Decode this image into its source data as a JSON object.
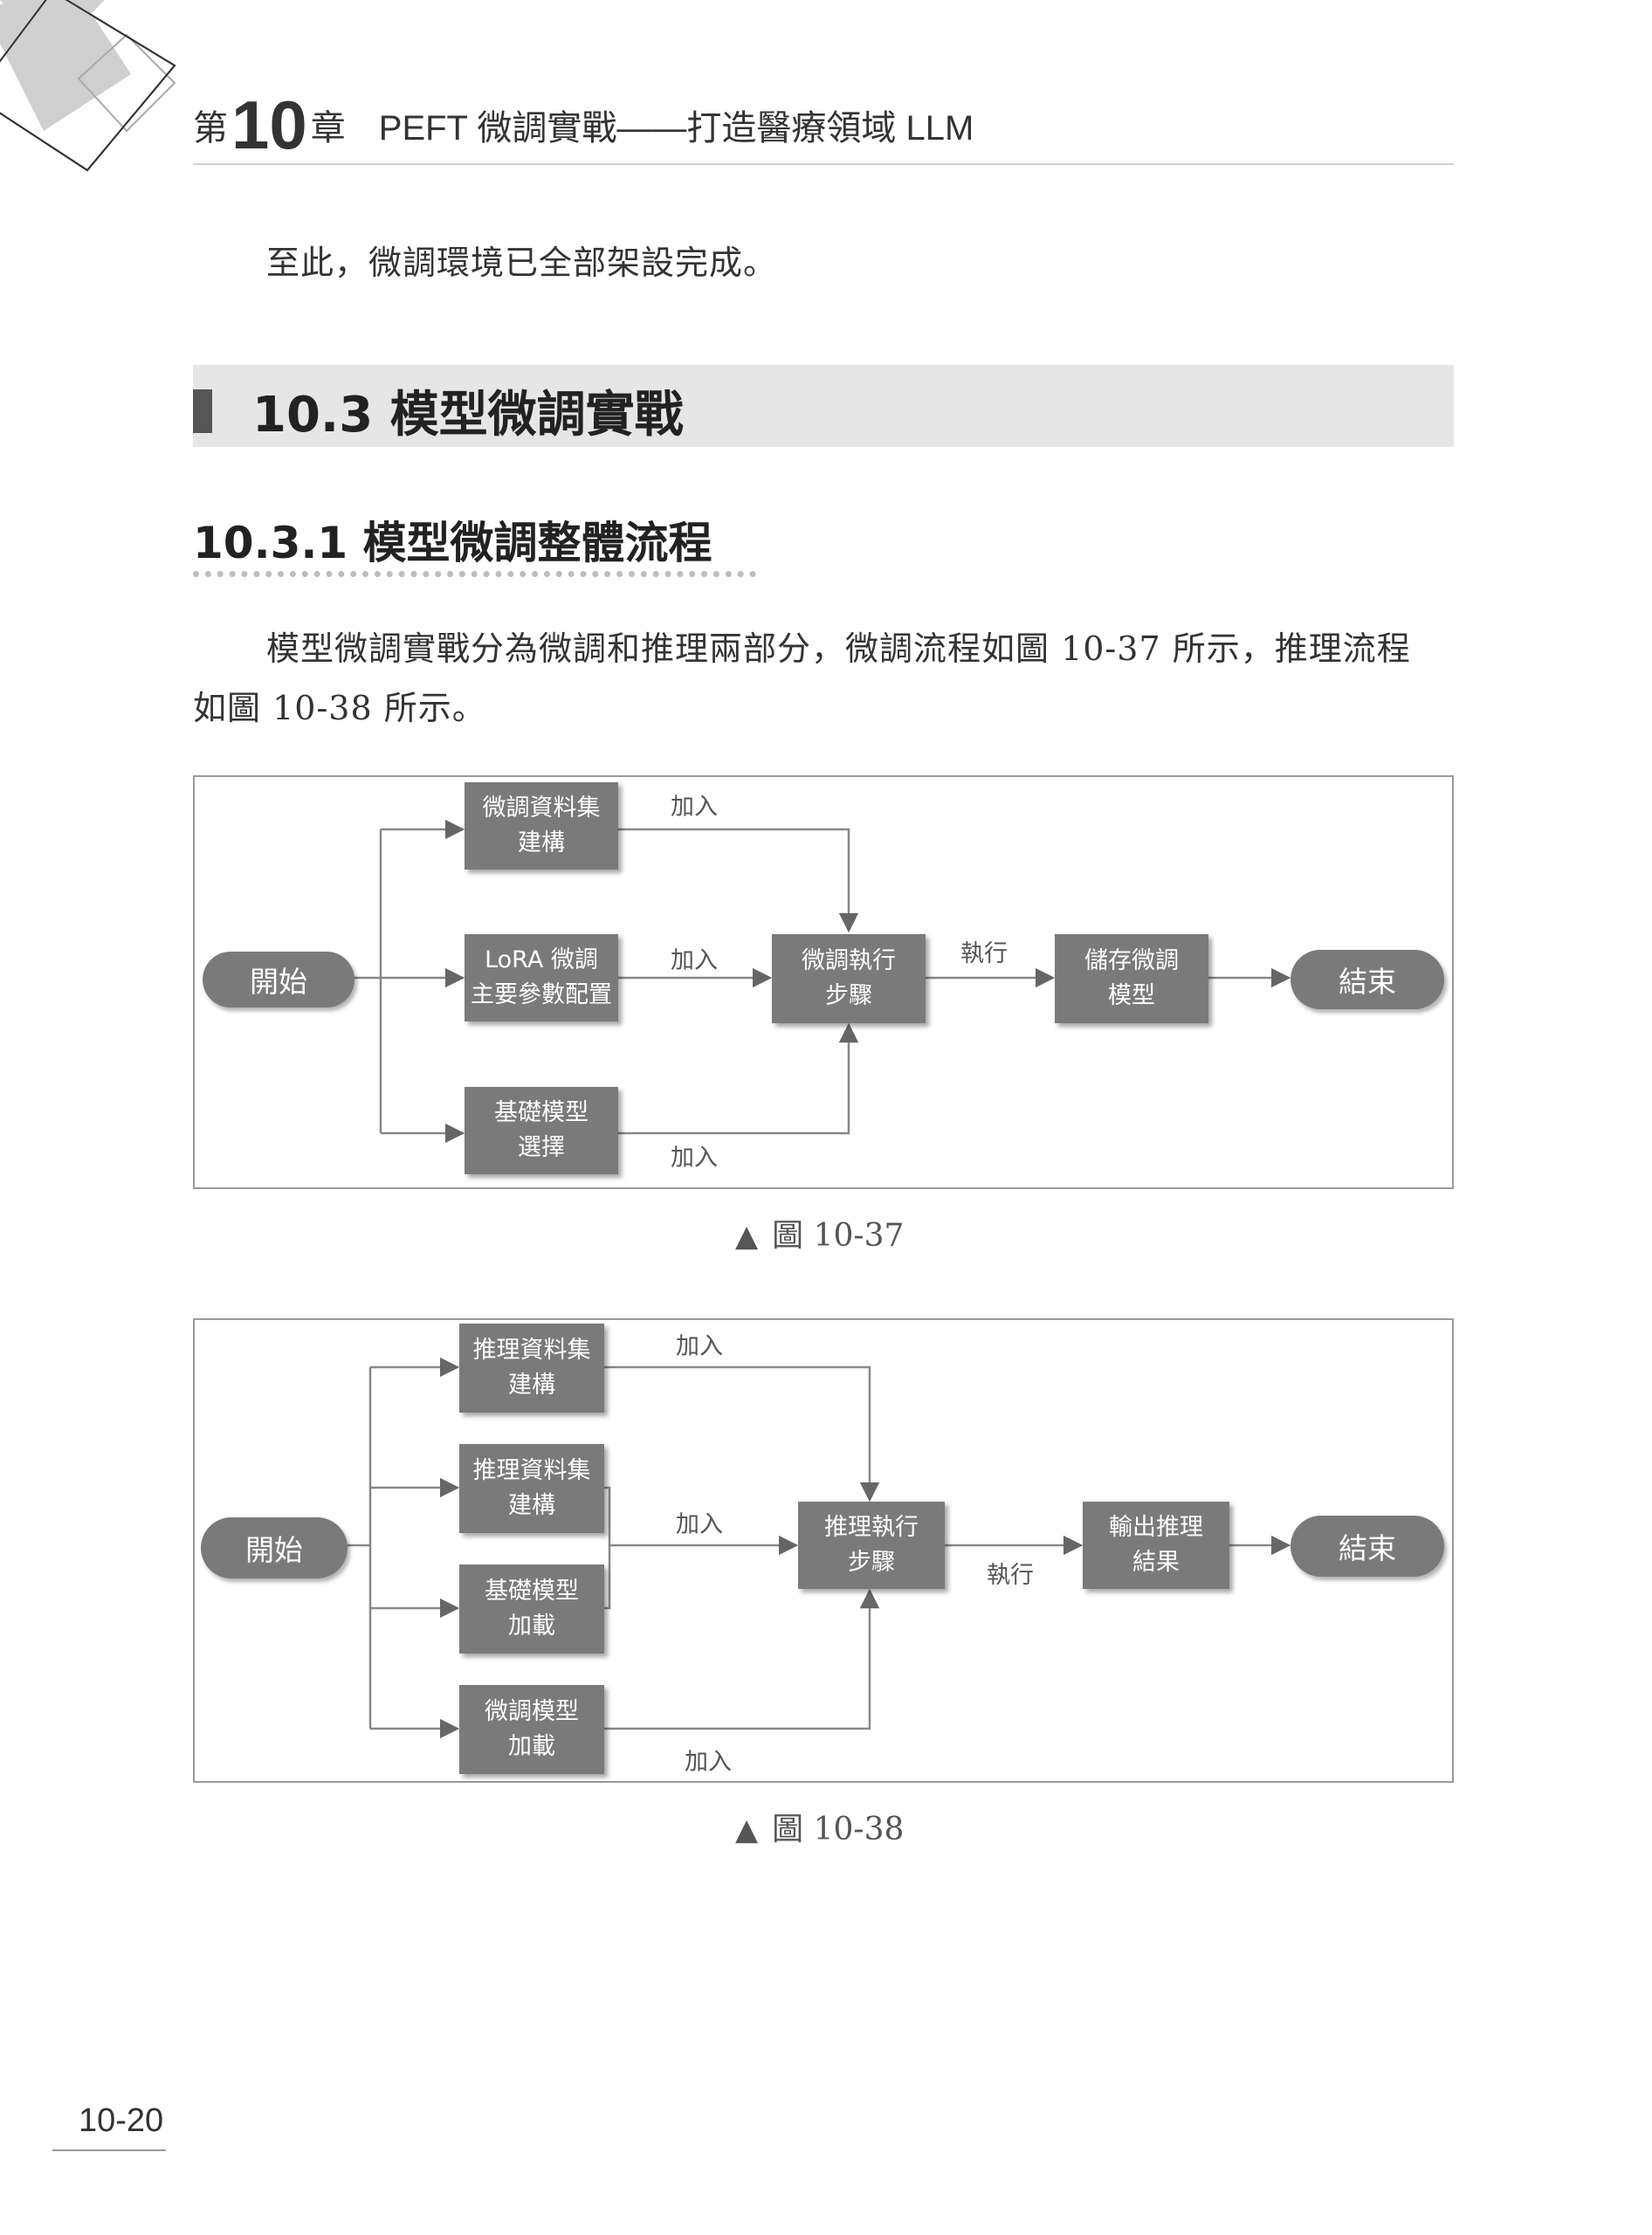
{
  "header": {
    "chapter_prefix": "第",
    "chapter_number": "10",
    "chapter_suffix": "章",
    "chapter_title": "PEFT 微調實戰——打造醫療領域 LLM"
  },
  "intro_text": "至此，微調環境已全部架設完成。",
  "section": {
    "title": "10.3  模型微調實戰"
  },
  "subsection": {
    "title": "10.3.1  模型微調整體流程"
  },
  "body": {
    "line1": "模型微調實戰分為微調和推理兩部分，微調流程如圖 10-37 所示，推理流程",
    "line2": "如圖 10-38 所示。"
  },
  "figure1": {
    "start": "開始",
    "end": "結束",
    "box_dataset": [
      "微調資料集",
      "建構"
    ],
    "box_lora": [
      "LoRA 微調",
      "主要參數配置"
    ],
    "box_base": [
      "基礎模型",
      "選擇"
    ],
    "box_exec": [
      "微調執行",
      "步驟"
    ],
    "box_save": [
      "儲存微調",
      "模型"
    ],
    "label_add_top": "加入",
    "label_add_mid": "加入",
    "label_add_bottom": "加入",
    "label_run": "執行",
    "caption_symbol": "▲",
    "caption": "圖 10-37"
  },
  "figure2": {
    "start": "開始",
    "end": "結束",
    "box_dataset1": [
      "推理資料集",
      "建構"
    ],
    "box_dataset2": [
      "推理資料集",
      "建構"
    ],
    "box_base": [
      "基礎模型",
      "加載"
    ],
    "box_finetuned": [
      "微調模型",
      "加載"
    ],
    "box_exec": [
      "推理執行",
      "步驟"
    ],
    "box_output": [
      "輸出推理",
      "結果"
    ],
    "label_add_top": "加入",
    "label_add_mid": "加入",
    "label_add_bottom": "加入",
    "label_run": "執行",
    "caption_symbol": "▲",
    "caption": "圖 10-38"
  },
  "footer": {
    "page_number": "10-20"
  }
}
